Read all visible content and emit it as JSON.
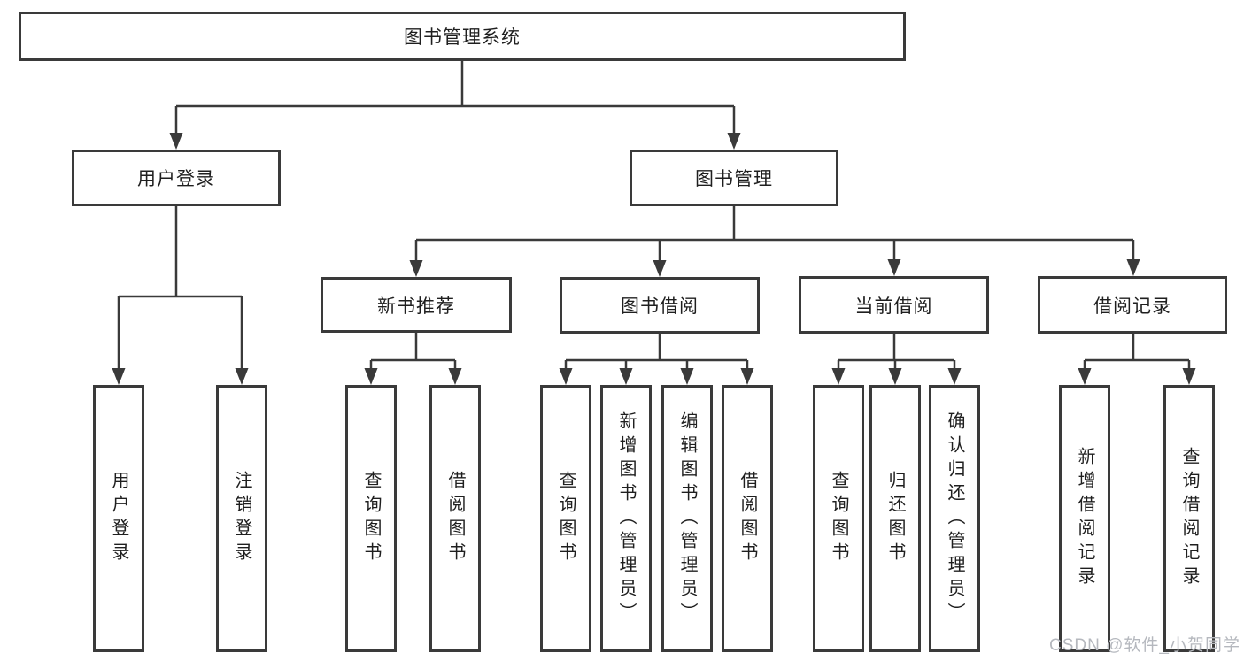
{
  "diagram": {
    "title": "图书管理系统",
    "branches": {
      "user_login": {
        "label": "用户登录",
        "children": [
          "用户登录",
          "注销登录"
        ]
      },
      "book_mgmt": {
        "label": "图书管理"
      }
    },
    "modules": [
      {
        "label": "新书推荐",
        "children": [
          "查询图书",
          "借阅图书"
        ]
      },
      {
        "label": "图书借阅",
        "children": [
          "查询图书",
          "新增图书（管理员）",
          "编辑图书（管理员）",
          "借阅图书"
        ]
      },
      {
        "label": "当前借阅",
        "children": [
          "查询图书",
          "归还图书",
          "确认归还（管理员）"
        ]
      },
      {
        "label": "借阅记录",
        "children": [
          "新增借阅记录",
          "查询借阅记录"
        ]
      }
    ],
    "watermark": "CSDN @软件_小贺同学",
    "colors": {
      "line": "#3a3a3a",
      "box_border": "#3a3a3a",
      "text": "#1f1f1f",
      "watermark": "#b5b8be",
      "background": "#ffffff"
    }
  }
}
